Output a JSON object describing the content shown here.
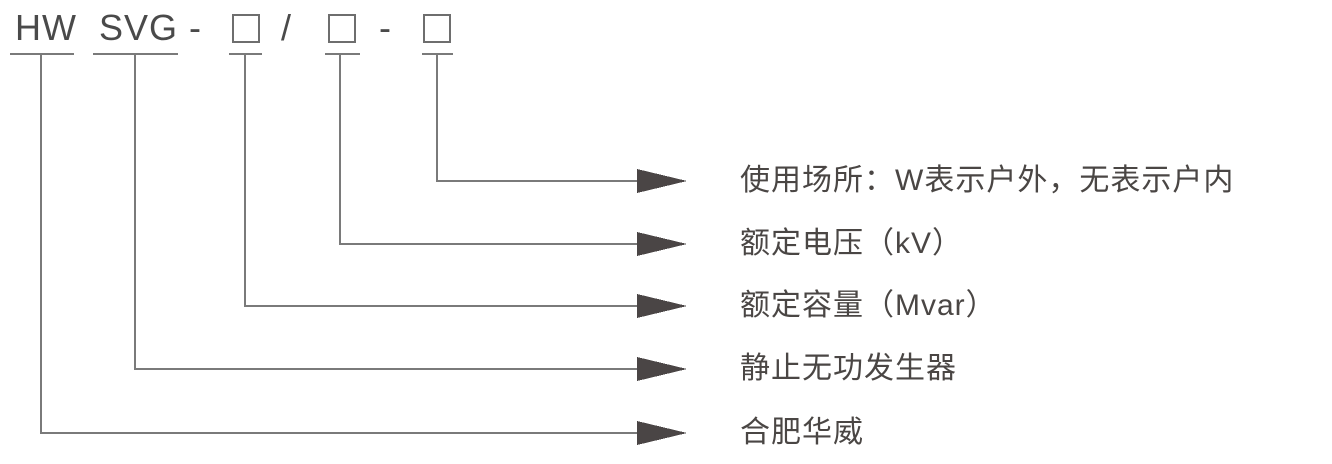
{
  "colors": {
    "background_color": "#ffffff",
    "code_text_color": "#4a4a4a",
    "label_text_color": "#4a4644",
    "line_color": "#7a7a7a",
    "arrow_color": "#4a4545",
    "box_border_color": "#6e6e6e"
  },
  "code": {
    "hw": "HW",
    "svg": "SVG",
    "dash1": "-",
    "slash": "/",
    "dash2": "-"
  },
  "callouts": [
    {
      "label": "使用场所：W表示户外，无表示户内",
      "points_to": "box-3"
    },
    {
      "label": "额定电压（kV）",
      "points_to": "box-2"
    },
    {
      "label": "额定容量（Mvar）",
      "points_to": "box-1"
    },
    {
      "label": "静止无功发生器",
      "points_to": "SVG"
    },
    {
      "label": "合肥华威",
      "points_to": "HW"
    }
  ]
}
